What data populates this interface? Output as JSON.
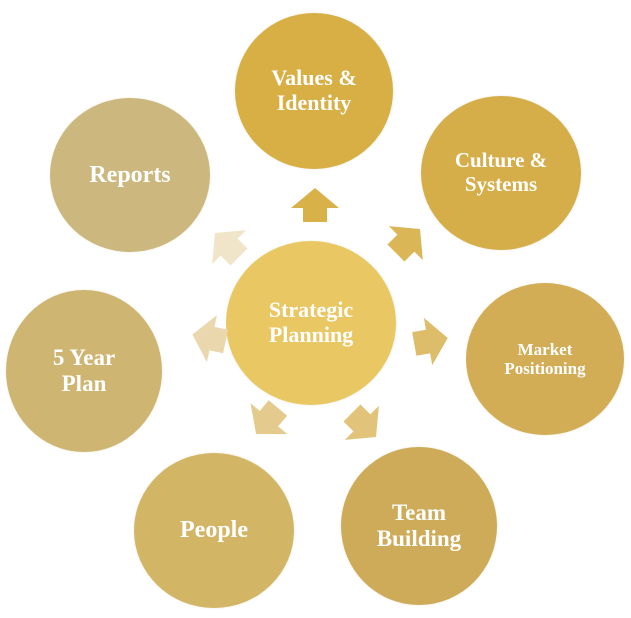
{
  "colors": {
    "center": "#e9c864",
    "values_identity": "#d7af45",
    "culture_systems": "#d6ae49",
    "market_positioning": "#d2ad56",
    "team_building": "#ceab59",
    "people": "#d3b665",
    "five_year_plan": "#cfb572",
    "reports": "#ccb87f",
    "arrow_top": "#d9b149",
    "arrow_top_right": "#dbb656",
    "arrow_right": "#debd6a",
    "arrow_bottom_right": "#e1c37a",
    "arrow_bottom_left": "#e4cb8d",
    "arrow_left": "#ead7ae",
    "arrow_top_left": "#f1e5c9"
  },
  "nodes": {
    "center": "Strategic\nPlanning",
    "values_identity": "Values &\nIdentity",
    "culture_systems": "Culture &\nSystems",
    "market_positioning": "Market\nPositioning",
    "team_building": "Team\nBuilding",
    "people": "People",
    "five_year_plan": "5 Year\nPlan",
    "reports": "Reports"
  }
}
